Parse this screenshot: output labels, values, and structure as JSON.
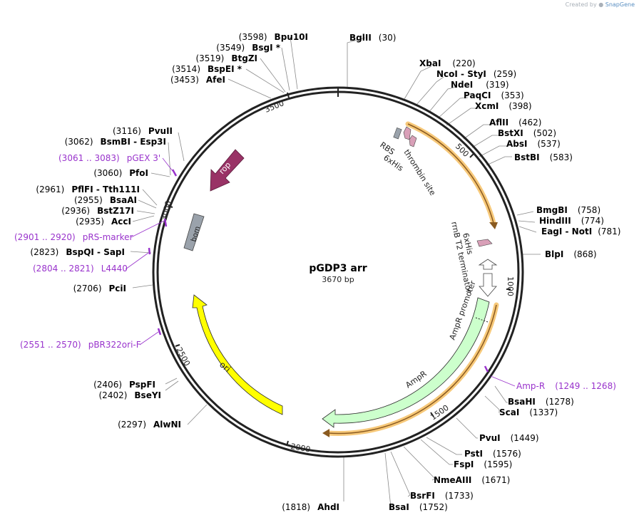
{
  "credit": {
    "prefix": "Created by",
    "brand": "SnapGene"
  },
  "plasmid": {
    "name": "pGDP3 arr",
    "length_label": "3670 bp",
    "length": 3670
  },
  "colors": {
    "backbone": "#222222",
    "site_label": "#000000",
    "primer_label": "#9933cc",
    "ampr": "#ccffcc",
    "ori": "#ffff00",
    "rop": "#993366",
    "bom": "#9aa2ab",
    "orf": "#ffcc66",
    "orf_dark": "#7a4a10"
  },
  "ticks": [
    "500",
    "1000",
    "1500",
    "2000",
    "2500",
    "3000",
    "3500"
  ],
  "enzymes": [
    {
      "pos": "(30)",
      "name": "BglII",
      "pos_after": true
    },
    {
      "pos": "(220)",
      "name": "XbaI",
      "pos_after": true
    },
    {
      "pos": "(259)",
      "name": "NcoI - StyI",
      "pos_after": true
    },
    {
      "pos": "(319)",
      "name": "NdeI",
      "pos_after": true
    },
    {
      "pos": "(353)",
      "name": "PaqCI",
      "pos_after": true
    },
    {
      "pos": "(398)",
      "name": "XcmI",
      "pos_after": true
    },
    {
      "pos": "(462)",
      "name": "AflII",
      "pos_after": true
    },
    {
      "pos": "(502)",
      "name": "BstXI",
      "pos_after": true
    },
    {
      "pos": "(537)",
      "name": "AbsI",
      "pos_after": true
    },
    {
      "pos": "(583)",
      "name": "BstBI",
      "pos_after": true
    },
    {
      "pos": "(758)",
      "name": "BmgBI",
      "pos_after": true
    },
    {
      "pos": "(774)",
      "name": "HindIII",
      "pos_after": true
    },
    {
      "pos": "(781)",
      "name": "EagI - NotI",
      "pos_after": true
    },
    {
      "pos": "(868)",
      "name": "BlpI",
      "pos_after": true
    },
    {
      "pos": "(1278)",
      "name": "BsaHI",
      "pos_after": true
    },
    {
      "pos": "(1337)",
      "name": "ScaI",
      "pos_after": true
    },
    {
      "pos": "(1449)",
      "name": "PvuI",
      "pos_after": true
    },
    {
      "pos": "(1576)",
      "name": "PstI",
      "pos_after": true
    },
    {
      "pos": "(1595)",
      "name": "FspI",
      "pos_after": true
    },
    {
      "pos": "(1671)",
      "name": "NmeAIII",
      "pos_after": true
    },
    {
      "pos": "(1733)",
      "name": "BsrFI",
      "pos_after": true
    },
    {
      "pos": "(1752)",
      "name": "BsaI",
      "pos_after": true
    },
    {
      "pos": "(1818)",
      "name": "AhdI",
      "pos_after": false
    },
    {
      "pos": "(2297)",
      "name": "AlwNI",
      "pos_after": false
    },
    {
      "pos": "(2402)",
      "name": "BseYI",
      "pos_after": false
    },
    {
      "pos": "(2406)",
      "name": "PspFI",
      "pos_after": false
    },
    {
      "pos": "(2706)",
      "name": "PciI",
      "pos_after": false
    },
    {
      "pos": "(2823)",
      "name": "BspQI - SapI",
      "pos_after": false
    },
    {
      "pos": "(2935)",
      "name": "AccI",
      "pos_after": false
    },
    {
      "pos": "(2936)",
      "name": "BstZ17I",
      "pos_after": false
    },
    {
      "pos": "(2955)",
      "name": "BsaAI",
      "pos_after": false
    },
    {
      "pos": "(2961)",
      "name": "PflFI - Tth111I",
      "pos_after": false
    },
    {
      "pos": "(3060)",
      "name": "PfoI",
      "pos_after": false
    },
    {
      "pos": "(3062)",
      "name": "BsmBI - Esp3I",
      "pos_after": false
    },
    {
      "pos": "(3116)",
      "name": "PvuII",
      "pos_after": false
    },
    {
      "pos": "(3453)",
      "name": "AfeI",
      "pos_after": false
    },
    {
      "pos": "(3514)",
      "name": "BspEI *",
      "pos_after": false
    },
    {
      "pos": "(3519)",
      "name": "BtgZI",
      "pos_after": false
    },
    {
      "pos": "(3549)",
      "name": "BsgI *",
      "pos_after": false
    },
    {
      "pos": "(3598)",
      "name": "Bpu10I",
      "pos_after": false
    }
  ],
  "primers": [
    {
      "range": "(1249 .. 1268)",
      "name": "Amp-R"
    },
    {
      "range": "(2551 .. 2570)",
      "name": "pBR322ori-F"
    },
    {
      "range": "(2804 .. 2821)",
      "name": "L4440"
    },
    {
      "range": "(2901 .. 2920)",
      "name": "pRS-marker"
    },
    {
      "range": "(3061 .. 3083)",
      "name": "pGEX 3'"
    }
  ],
  "features": {
    "rbs": "RBS",
    "his1": "6xHis",
    "thrombin": "thrombin site",
    "his2": "6xHis",
    "terminator": "rrnB T2 terminator",
    "amp_promoter": "AmpR promoter",
    "ampr": "AmpR",
    "ori": "ori",
    "rop": "rop",
    "bom": "bom"
  }
}
